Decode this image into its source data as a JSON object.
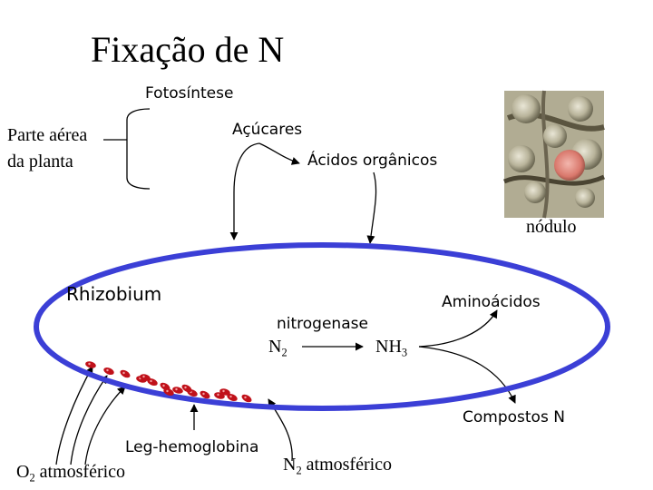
{
  "title": "Fixação de N",
  "labels": {
    "fotossintese": "Fotosíntese",
    "parte_aerea_line1": "Parte aérea",
    "parte_aerea_line2": "da planta",
    "acucares": "Açúcares",
    "acidos": "Ácidos orgânicos",
    "nodulo": "nódulo",
    "rhizobium": "Rhizobium",
    "aminoacidos": "Aminoácidos",
    "nitrogenase": "nitrogenase",
    "n2_base": "N",
    "n2_sub": "2",
    "nh3_base": "NH",
    "nh3_sub": "3",
    "compostos": "Compostos N",
    "leg": "Leg-hemoglobina",
    "o2_base": "O",
    "o2_sub": "2",
    "o2_rest": " atmosférico",
    "n2atm_base": "N",
    "n2atm_sub": "2",
    "n2atm_rest": " atmosférico"
  },
  "colors": {
    "title": "#000000",
    "green_text": "#1f6b4a",
    "ellipse": "#3b3fd6",
    "nodule_label": "#3b3fd6",
    "molecules": "#c0111a",
    "arrows": "#000000"
  },
  "icons": {
    "nodule_photo": "nodule-photo-icon",
    "molecule": "leghemoglobin-molecule-icon"
  }
}
